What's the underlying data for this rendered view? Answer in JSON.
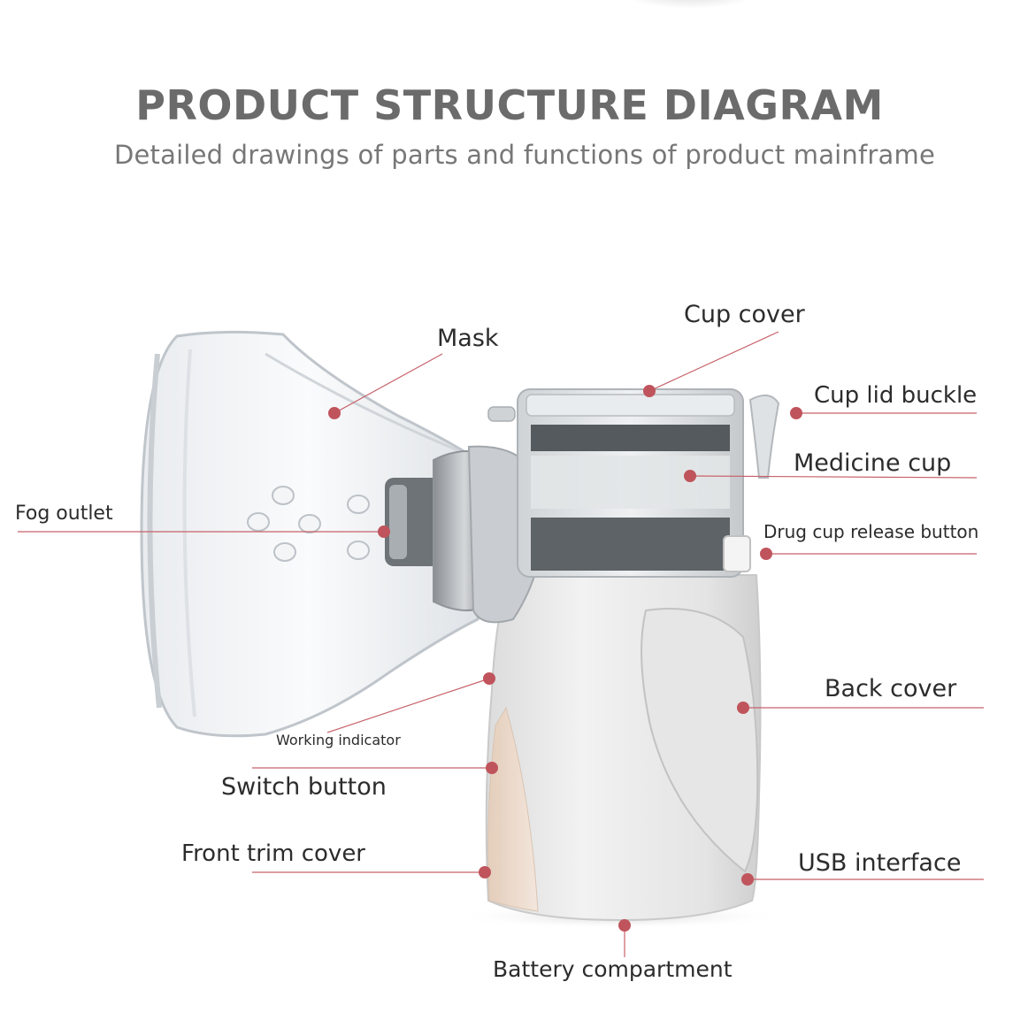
{
  "header": {
    "title": "PRODUCT STRUCTURE DIAGRAM",
    "subtitle": "Detailed drawings of parts and functions of product mainframe"
  },
  "colors": {
    "accent_dot": "#c0545c",
    "leader_line": "#c7626a",
    "title_gray": "#6b6b6b",
    "body_white": "#eeeeee",
    "trim_beige": "#e8d6c8"
  },
  "parts": {
    "mask": "Mask",
    "cup_cover": "Cup cover",
    "cup_lid_buckle": "Cup lid buckle",
    "medicine_cup": "Medicine cup",
    "fog_outlet": "Fog outlet",
    "drug_cup_release_button": "Drug cup release button",
    "back_cover": "Back cover",
    "working_indicator": "Working indicator",
    "switch_button": "Switch button",
    "front_trim_cover": "Front trim cover",
    "usb_interface": "USB interface",
    "battery_compartment": "Battery compartment"
  }
}
